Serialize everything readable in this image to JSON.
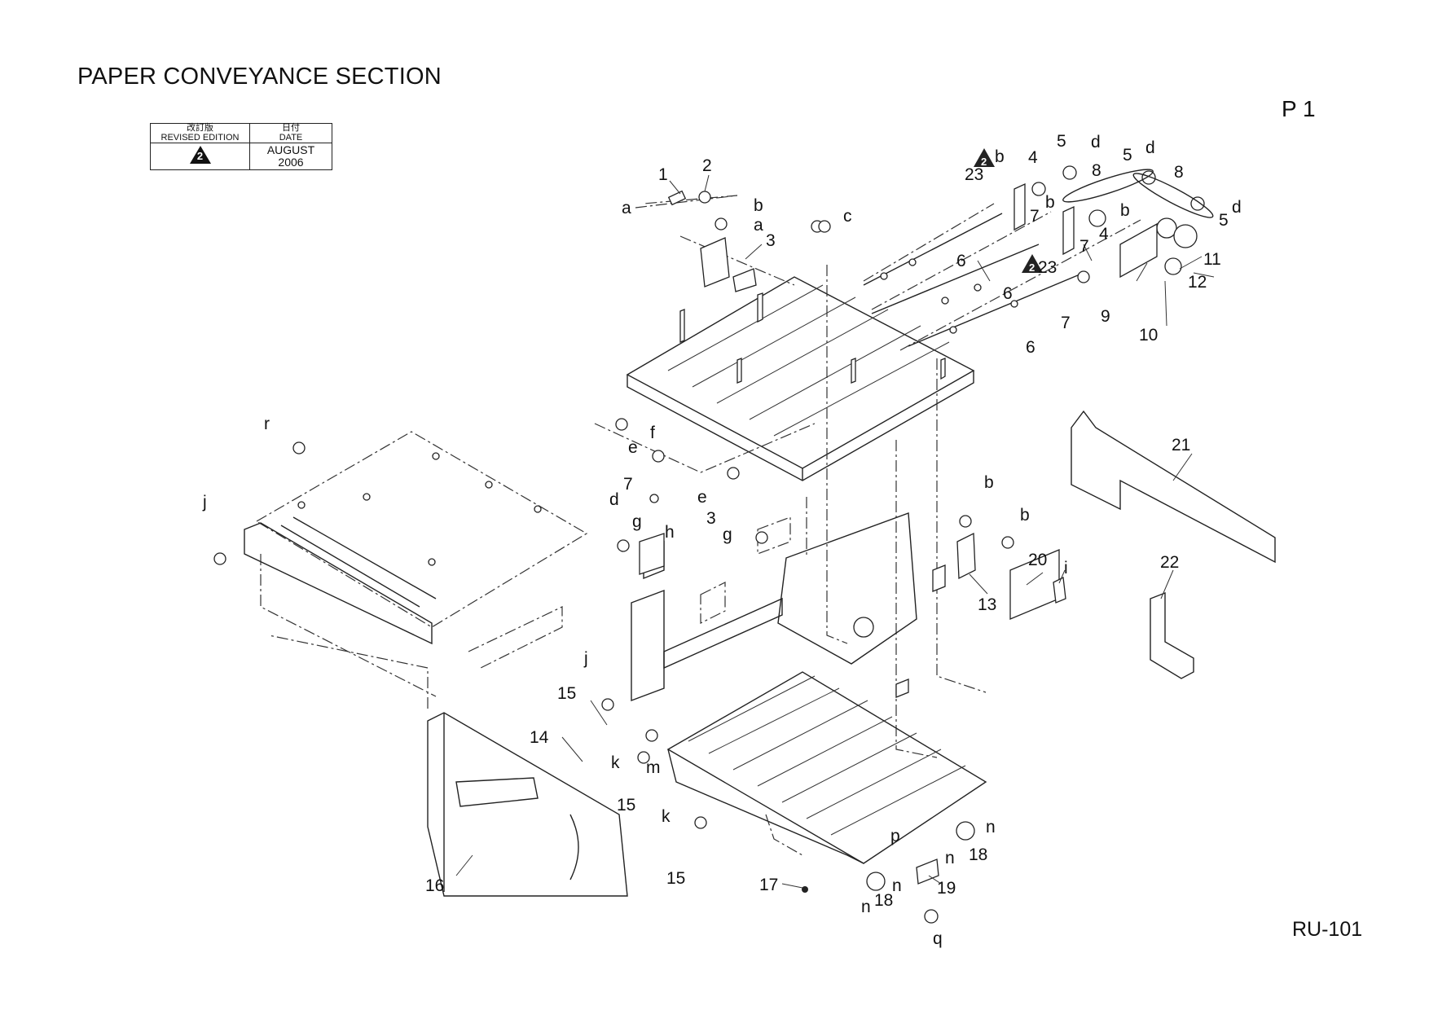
{
  "header": {
    "title": "PAPER CONVEYANCE SECTION",
    "page_number": "P 1"
  },
  "revision_table": {
    "revised_edition_jp": "改訂版",
    "revised_edition_en": "REVISED EDITION",
    "date_jp": "日付",
    "date_en": "DATE",
    "revision_mark": "2",
    "date_value_line1": "AUGUST",
    "date_value_line2": "2006"
  },
  "footer": {
    "model": "RU-101"
  },
  "callouts": {
    "c1": "1",
    "c2": "2",
    "c3a": "3",
    "c3b": "3",
    "c4a": "4",
    "c4b": "4",
    "c5a": "5",
    "c5b": "5",
    "c5c": "5",
    "c6a": "6",
    "c6b": "6",
    "c6c": "6",
    "c7a": "7",
    "c7b": "7",
    "c7c": "7",
    "c7d": "7",
    "c8a": "8",
    "c8b": "8",
    "c9": "9",
    "c10": "10",
    "c11": "11",
    "c12": "12",
    "c13": "13",
    "c14": "14",
    "c15a": "15",
    "c15b": "15",
    "c15c": "15",
    "c16": "16",
    "c17": "17",
    "c18a": "18",
    "c18b": "18",
    "c19": "19",
    "c20": "20",
    "c21": "21",
    "c22": "22",
    "c23a": "23",
    "c23b": "23",
    "la": "a",
    "la2": "a",
    "lb1": "b",
    "lb2": "b",
    "lb3": "b",
    "lb4": "b",
    "lb5": "b",
    "lb6": "b",
    "lc": "c",
    "ld1": "d",
    "ld2": "d",
    "ld3": "d",
    "ld4": "d",
    "le1": "e",
    "le2": "e",
    "lf": "f",
    "lg1": "g",
    "lg2": "g",
    "lh": "h",
    "li": "i",
    "lj1": "j",
    "lj2": "j",
    "lk1": "k",
    "lk2": "k",
    "lm": "m",
    "ln1": "n",
    "ln2": "n",
    "ln3": "n",
    "ln4": "n",
    "lp": "p",
    "lq": "q",
    "lr": "r",
    "rev_mark_1": "2",
    "rev_mark_2": "2"
  }
}
